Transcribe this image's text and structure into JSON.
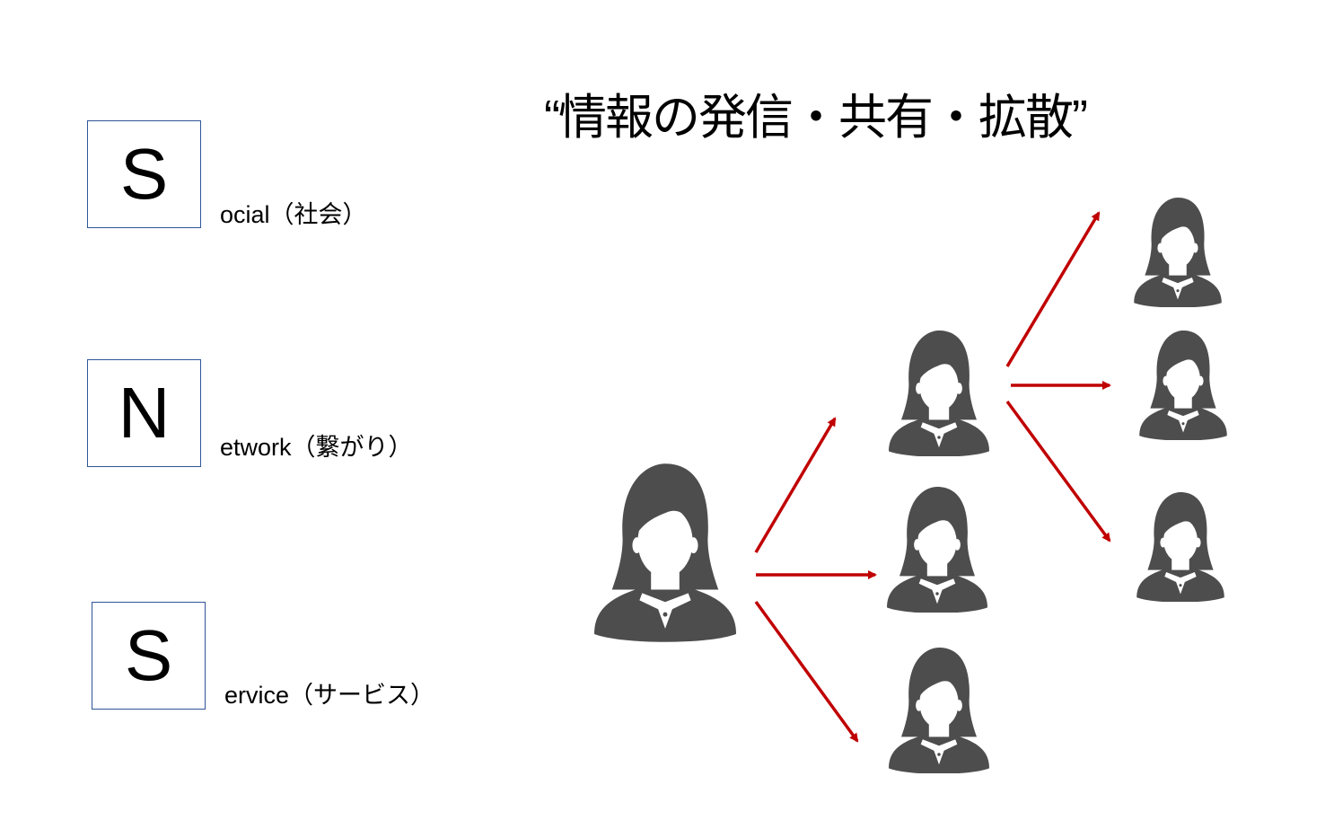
{
  "title": "“情報の発信・共有・拡散”",
  "acronym": [
    {
      "letter": "S",
      "rest": "ocial（社会）"
    },
    {
      "letter": "N",
      "rest": "etwork（繋がり）"
    },
    {
      "letter": "S",
      "rest": "ervice（サービス）"
    }
  ],
  "colors": {
    "arrow": "#c00000",
    "person": "#4d4d4d",
    "box_border": "#2f5597"
  },
  "icons": [
    "person-icon",
    "arrow-icon"
  ]
}
